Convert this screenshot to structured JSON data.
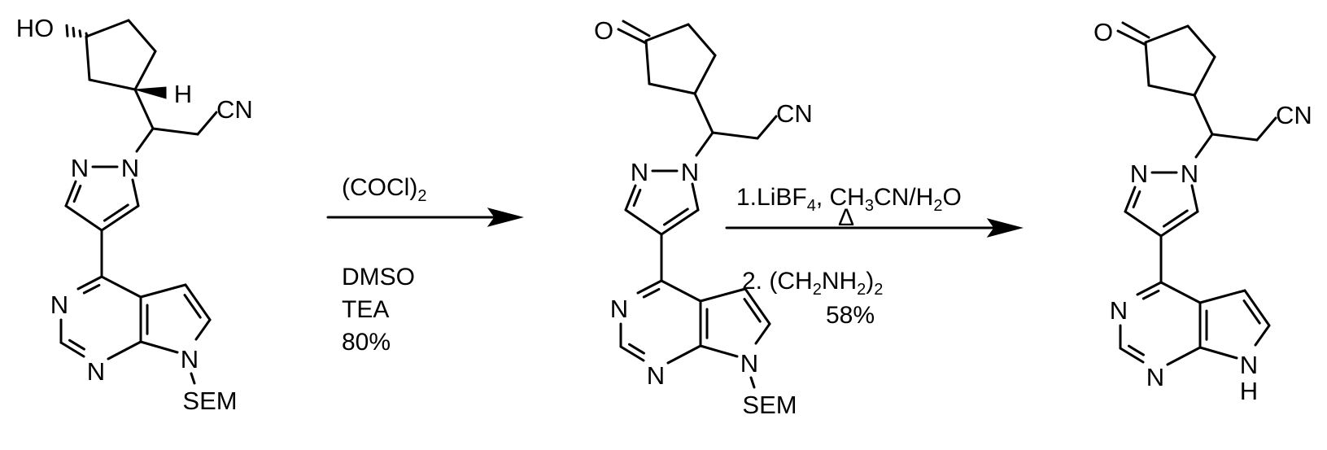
{
  "scheme": {
    "molecules": [
      {
        "id": "starting-material",
        "top_group": "HO",
        "stereo_H": "H",
        "nitrile": "CN",
        "ring_N": "N",
        "n7_substituent": "SEM",
        "ketone": false
      },
      {
        "id": "ketone-intermediate",
        "top_group": "O",
        "nitrile": "CN",
        "ring_N": "N",
        "n7_substituent": "SEM",
        "ketone": true
      },
      {
        "id": "product",
        "top_group": "O",
        "nitrile": "CN",
        "ring_N": "N",
        "n7_substituent": "H",
        "ketone": true
      }
    ],
    "steps": [
      {
        "above": {
          "main": "(COCl)",
          "sub": "2"
        },
        "below": [
          "DMSO",
          "TEA",
          "80%"
        ]
      },
      {
        "above_line1": [
          {
            "t": "1.LiBF"
          },
          {
            "t": "4",
            "sub": true
          },
          {
            "t": ", CH"
          },
          {
            "t": "3",
            "sub": true
          },
          {
            "t": "CN/H"
          },
          {
            "t": "2",
            "sub": true
          },
          {
            "t": "O"
          }
        ],
        "above_line2": "Δ",
        "below_line1": [
          {
            "t": "2. (CH"
          },
          {
            "t": "2",
            "sub": true
          },
          {
            "t": "NH"
          },
          {
            "t": "2",
            "sub": true
          },
          {
            "t": ")"
          },
          {
            "t": "2",
            "sub": true
          }
        ],
        "below_line2": "58%"
      }
    ],
    "colors": {
      "ink": "#000000",
      "background": "#ffffff"
    }
  }
}
